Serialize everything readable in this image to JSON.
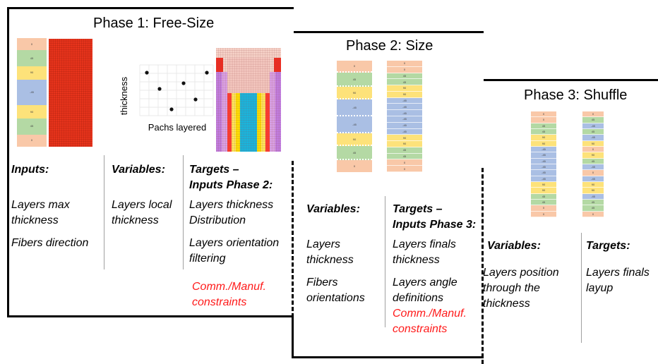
{
  "colors": {
    "c0": "#f9c8a8",
    "c45": "#b4d9a4",
    "c90": "#fde27a",
    "cm45": "#aabfe4",
    "grid_red": "#e8341c",
    "accent_red": "#ff1a1a"
  },
  "phase1": {
    "title": "Phase 1: Free-Size",
    "stack_labels": [
      "0",
      "45",
      "90",
      "-45",
      "90",
      "45",
      "0"
    ],
    "plot": {
      "ylabel": "thickness",
      "xlabel": "Pachs layered"
    },
    "inputs": {
      "header": "Inputs:",
      "lines": [
        "Layers max",
        "thickness",
        "Fibers direction"
      ]
    },
    "variables": {
      "header": "Variables:",
      "lines": [
        "Layers local",
        "thickness"
      ]
    },
    "targets": {
      "header": [
        "Targets –",
        "Inputs Phase 2:"
      ],
      "lines": [
        "Layers thickness",
        "Distribution",
        "Layers orientation",
        "filtering"
      ],
      "constraints": [
        "Comm./Manuf.",
        "constraints"
      ]
    }
  },
  "phase2": {
    "title": "Phase 2: Size",
    "stack_a_labels": [
      "0",
      "45",
      "90",
      "-45",
      "-45",
      "90",
      "45",
      "0"
    ],
    "stack_b_labels": [
      "0",
      "0",
      "45",
      "45",
      "90",
      "90",
      "-45",
      "-45",
      "-45",
      "-45",
      "-45",
      "-45",
      "90",
      "90",
      "45",
      "45",
      "0",
      "0"
    ],
    "variables": {
      "header": "Variables:",
      "lines": [
        "Layers",
        "thickness",
        "Fibers",
        "orientations"
      ]
    },
    "targets": {
      "header": [
        "Targets –",
        "Inputs Phase 3:"
      ],
      "lines": [
        "Layers finals",
        "thickness",
        "Layers angle",
        "definitions"
      ],
      "constraints": [
        "Comm./Manuf.",
        "constraints"
      ]
    }
  },
  "phase3": {
    "title": "Phase 3: Shuffle",
    "stack_a_labels": [
      "0",
      "0",
      "45",
      "45",
      "90",
      "90",
      "-45",
      "-45",
      "-45",
      "-45",
      "-45",
      "-45",
      "90",
      "90",
      "45",
      "45",
      "0",
      "0"
    ],
    "stack_b_labels": [
      "0",
      "45",
      "-45",
      "45",
      "-45",
      "90",
      "0",
      "90",
      "45",
      "-45",
      "0",
      "-45",
      "90",
      "90",
      "-45",
      "45",
      "45",
      "0"
    ],
    "variables": {
      "header": "Variables:",
      "lines": [
        "Layers position",
        "through the",
        "thickness"
      ]
    },
    "targets": {
      "header": "Targets:",
      "lines": [
        "Layers finals",
        "layup"
      ]
    }
  }
}
